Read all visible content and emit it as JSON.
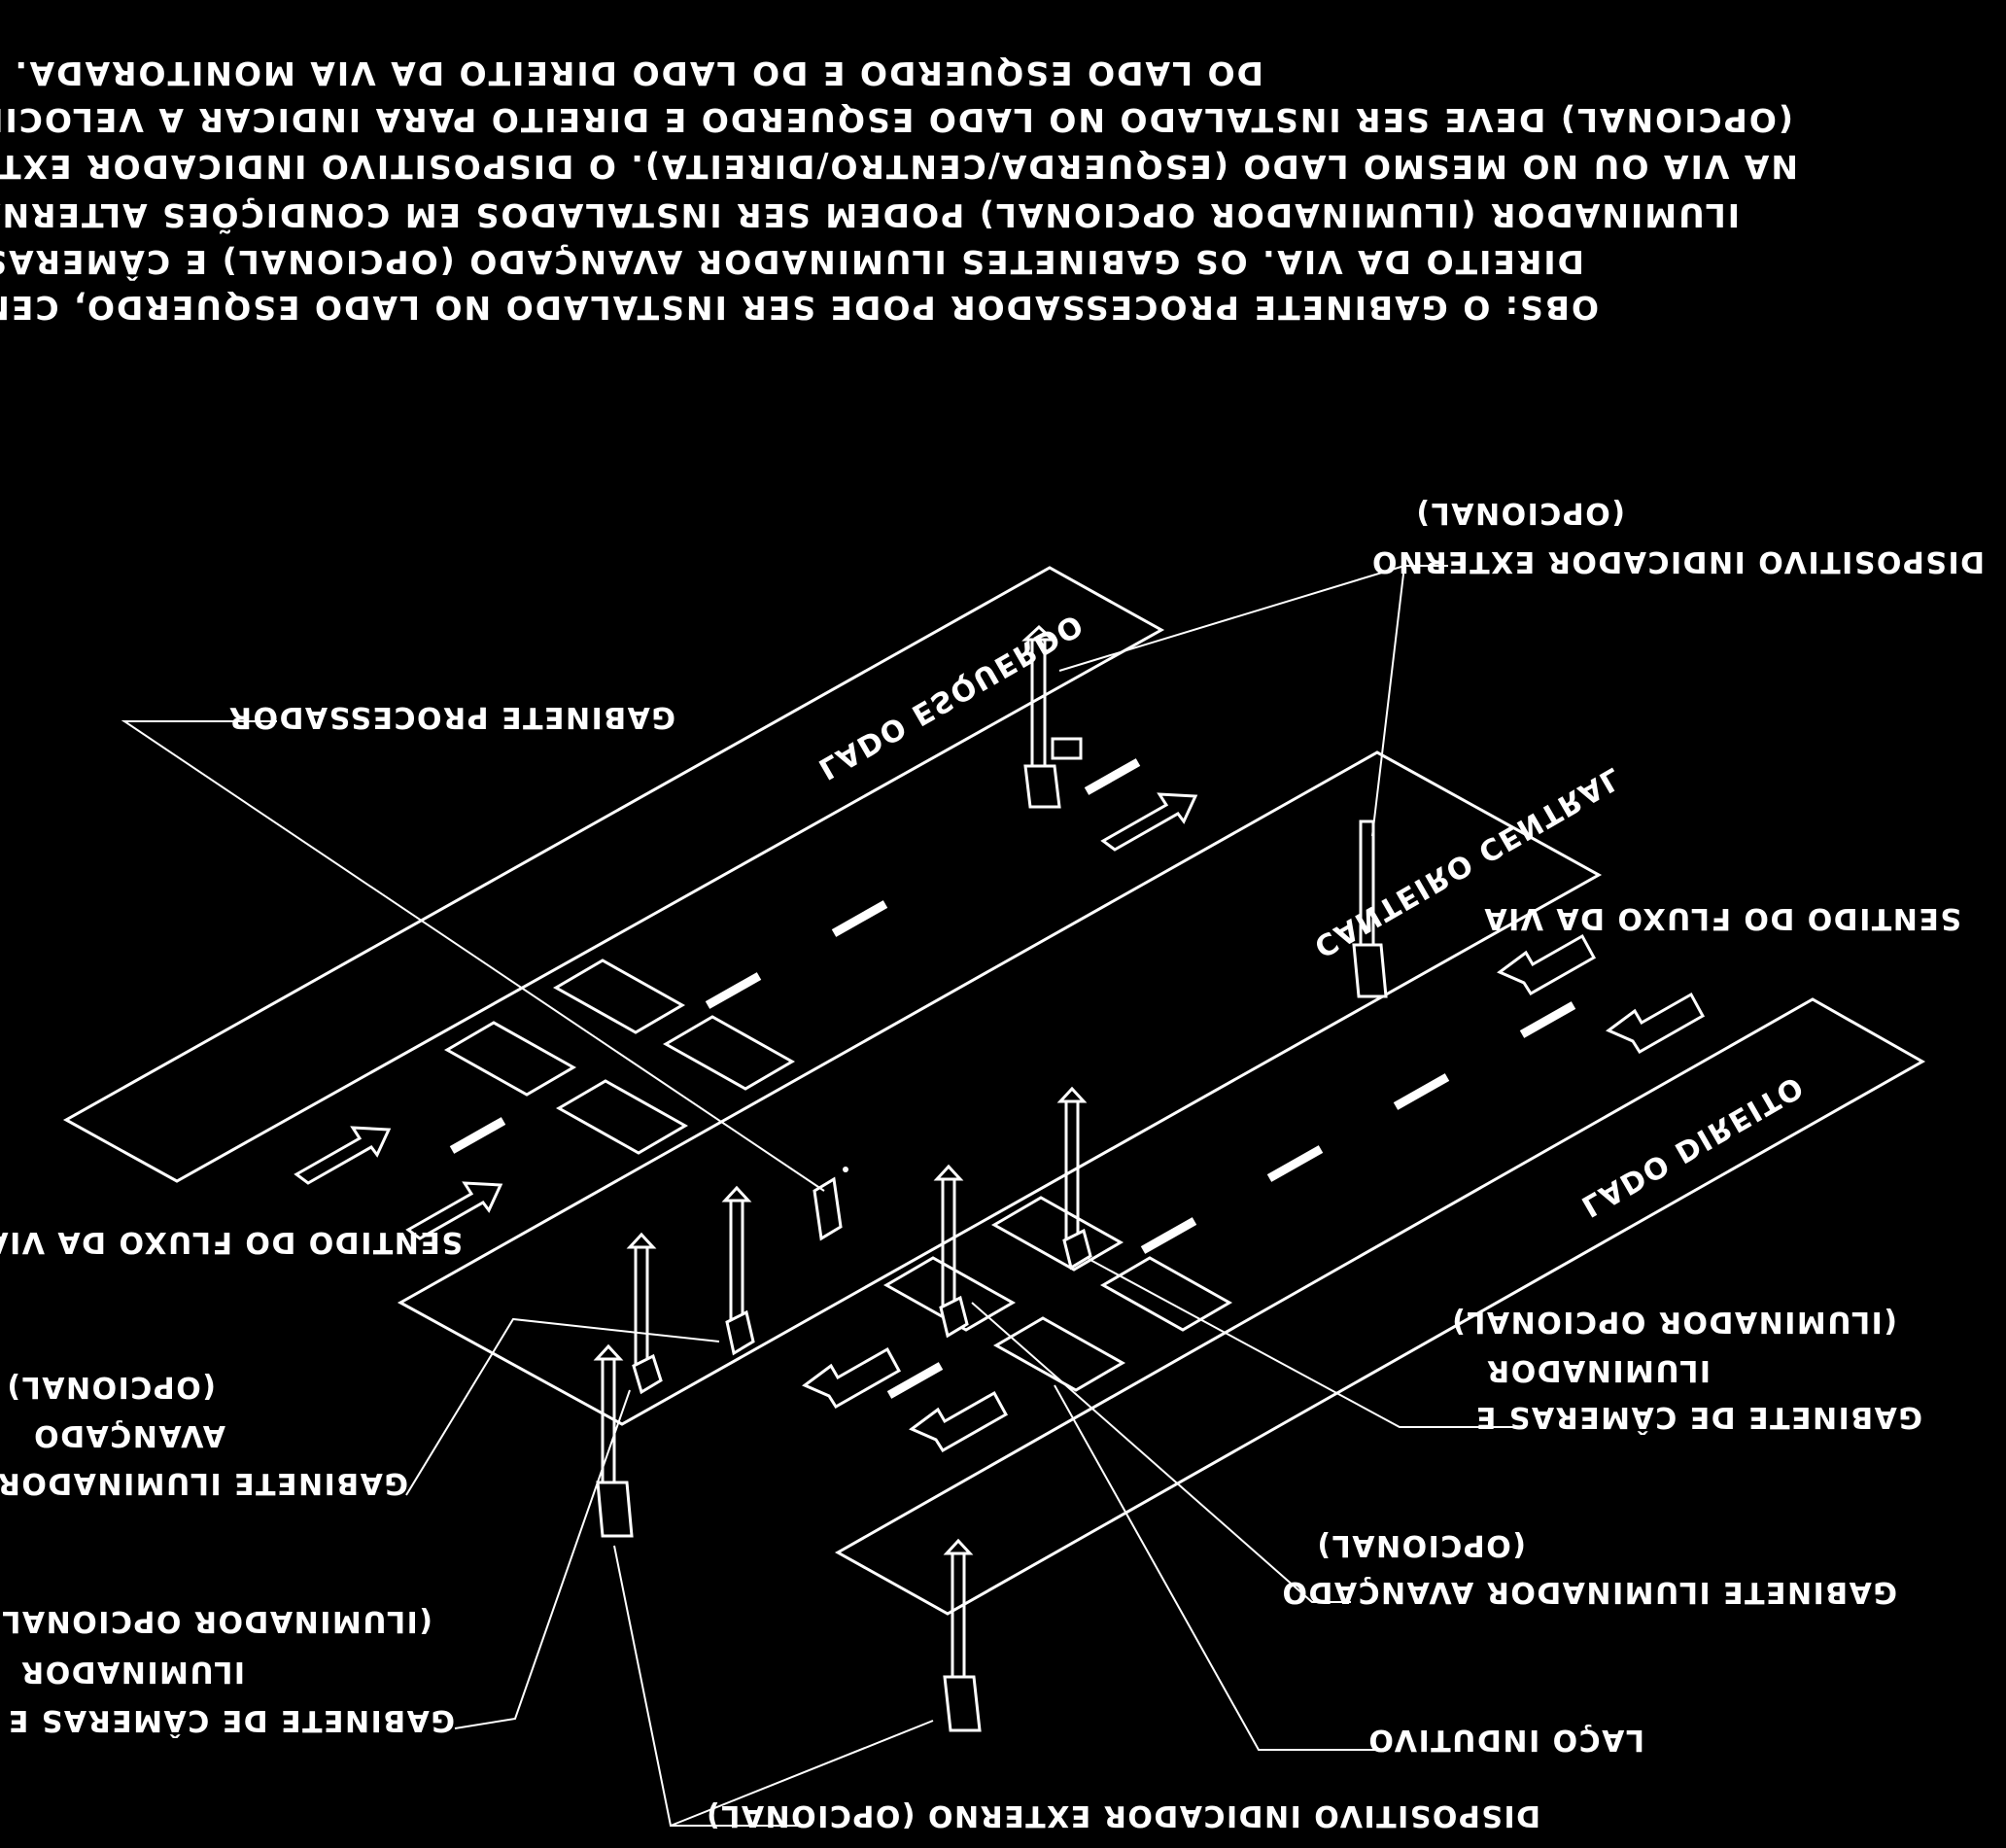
{
  "note": {
    "line1": "OBS: O GABINETE PROCESSADOR PODE SER INSTALADO NO LADO ESQUERDO, CENTRO OU",
    "line2": "DIREITO DA VIA. OS GABINETES ILUMINADOR AVANÇADO (OPCIONAL) E CÂMERAS E",
    "line3": "ILUMINADOR (ILUMINADOR OPCIONAL) PODEM SER INSTALADOS EM CONDIÇÕES ALTERNADAS",
    "line4": "NA VIA OU NO MESMO LADO (ESQUERDA/CENTRO/DIREITA). O DISPOSITIVO INDICADOR EXTERNO",
    "line5": "(OPCIONAL) DEVE SER INSTALADO NO LADO ESQUERDO E DIREITO PARA INDICAR A VELOCIDADE",
    "line6": "DO LADO ESQUERDO E DO LADO DIREITO DA VIA MONITORADA."
  },
  "labels": {
    "lado_esquerdo": "LADO ESQUERDO",
    "canteiro_central": "CANTEIRO CENTRAL",
    "lado_direito": "LADO DIREITO",
    "sentido_fluxo_left": "SENTIDO DO FLUXO DA VIA",
    "sentido_fluxo_right": "SENTIDO DO FLUXO DA VIA",
    "gabinete_processador": "GABINETE PROCESSADOR",
    "disp_top_line1": "(OPCIONAL)",
    "disp_top_line2": "DISPOSITIVO INDICADOR EXTERNO",
    "gab_ilum_left_line1": "(OPCIONAL)",
    "gab_ilum_left_line2": "AVANÇADO",
    "gab_ilum_left_line3": "GABINETE ILUMINADOR",
    "gab_cam_left_line1": "(ILUMINADOR OPCIONAL)",
    "gab_cam_left_line2": "ILUMINADOR",
    "gab_cam_left_line3": "GABINETE DE CÂMERAS E",
    "gab_cam_right_line1": "(ILUMINADOR OPCIONAL)",
    "gab_cam_right_line2": "ILUMINADOR",
    "gab_cam_right_line3": "GABINETE DE CÂMERAS E",
    "gab_ilum_right_line1": "(OPCIONAL)",
    "gab_ilum_right_line2": "GABINETE ILUMINADOR AVANÇADO",
    "laco_indutivo": "LAÇO INDUTIVO",
    "disp_bottom": "DISPOSITIVO INDICADOR EXTERNO (OPCIONAL)"
  },
  "colors": {
    "background": "#000000",
    "line": "#ffffff"
  }
}
